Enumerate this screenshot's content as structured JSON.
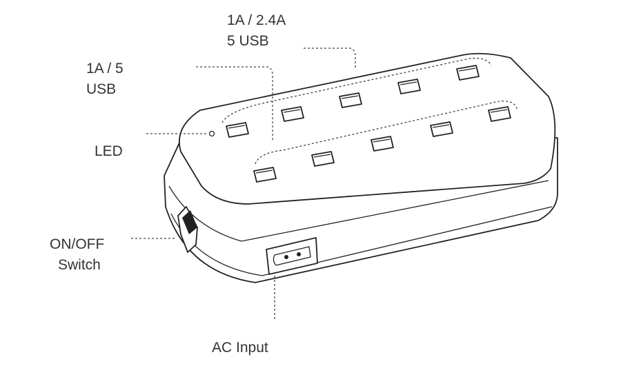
{
  "labels": {
    "usb_high": [
      "1A / 2.4A",
      "5 USB"
    ],
    "usb_low": [
      "1A / 5",
      "USB"
    ],
    "led": "LED",
    "switch": [
      "ON/OFF",
      "Switch"
    ],
    "ac_input": "AC Input"
  },
  "colors": {
    "line": "#222222",
    "leader": "#444444",
    "text": "#333333"
  }
}
